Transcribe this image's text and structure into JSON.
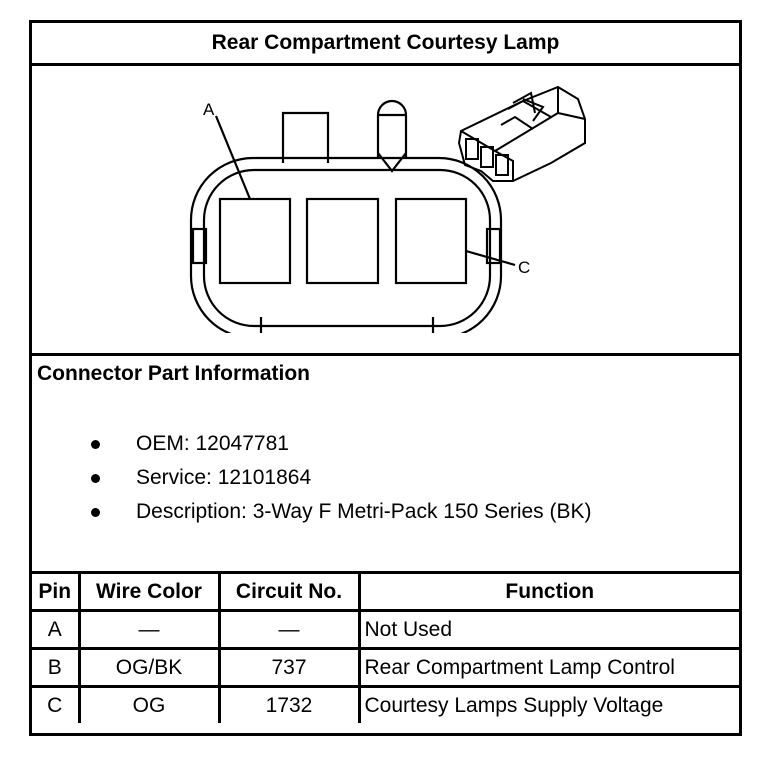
{
  "title": "Rear Compartment Courtesy Lamp",
  "diagram": {
    "labels": {
      "a": "A",
      "c": "C"
    }
  },
  "connector_info": {
    "heading": "Connector Part Information",
    "items": [
      "OEM: 12047781",
      "Service: 12101864",
      "Description: 3-Way F Metri-Pack 150 Series (BK)"
    ]
  },
  "table": {
    "headers": [
      "Pin",
      "Wire Color",
      "Circuit No.",
      "Function"
    ],
    "rows": [
      [
        "A",
        "—",
        "—",
        "Not Used"
      ],
      [
        "B",
        "OG/BK",
        "737",
        "Rear Compartment Lamp Control"
      ],
      [
        "C",
        "OG",
        "1732",
        "Courtesy Lamps Supply Voltage"
      ]
    ]
  }
}
